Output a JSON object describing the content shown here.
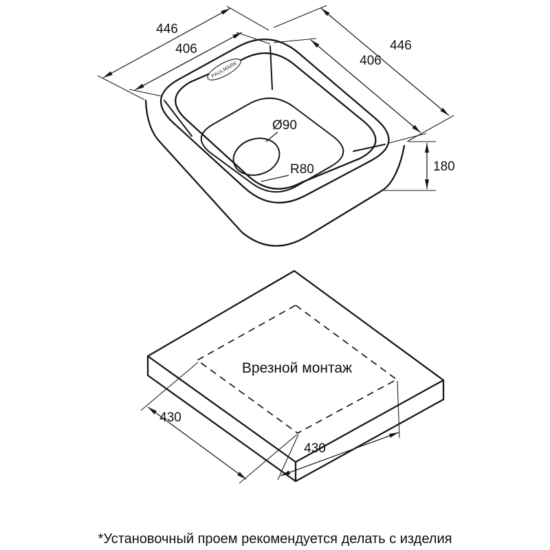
{
  "sink_view": {
    "brand_label": "PAULMARK",
    "dim_left_outer": "446",
    "dim_left_inner": "406",
    "dim_right_outer": "446",
    "dim_right_inner": "406",
    "drain_diameter": "Ø90",
    "corner_radius": "R80",
    "bowl_depth": "180"
  },
  "mount_view": {
    "title": "Врезной монтаж",
    "dim_left": "430",
    "dim_right": "430"
  },
  "footnote": "*Установочный проем рекомендуется делать с изделия"
}
